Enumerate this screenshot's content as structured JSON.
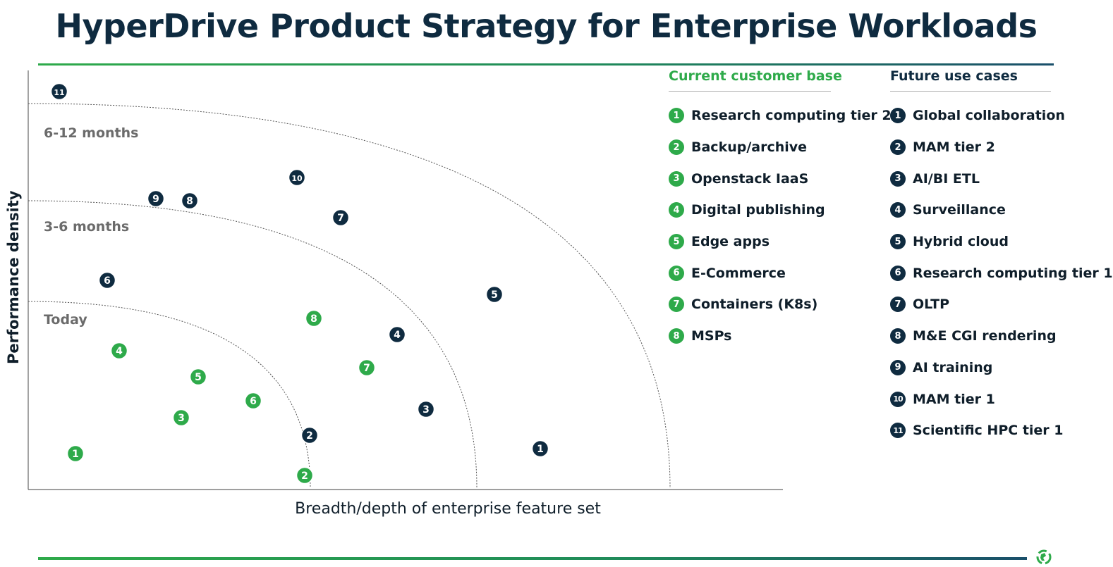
{
  "title": "HyperDrive Product Strategy for Enterprise Workloads",
  "legend": {
    "current_header": "Current customer base",
    "future_header": "Future use cases",
    "current_items": [
      {
        "num": "1",
        "label": "Research computing tier 2"
      },
      {
        "num": "2",
        "label": "Backup/archive"
      },
      {
        "num": "3",
        "label": "Openstack IaaS"
      },
      {
        "num": "4",
        "label": "Digital publishing"
      },
      {
        "num": "5",
        "label": "Edge apps"
      },
      {
        "num": "6",
        "label": "E-Commerce"
      },
      {
        "num": "7",
        "label": "Containers (K8s)"
      },
      {
        "num": "8",
        "label": "MSPs"
      }
    ],
    "future_items": [
      {
        "num": "1",
        "label": "Global collaboration"
      },
      {
        "num": "2",
        "label": "MAM tier 2"
      },
      {
        "num": "3",
        "label": "AI/BI ETL"
      },
      {
        "num": "4",
        "label": "Surveillance"
      },
      {
        "num": "5",
        "label": "Hybrid cloud"
      },
      {
        "num": "6",
        "label": "Research computing tier 1"
      },
      {
        "num": "7",
        "label": "OLTP"
      },
      {
        "num": "8",
        "label": "M&E CGI rendering"
      },
      {
        "num": "9",
        "label": "AI training"
      },
      {
        "num": "10",
        "label": "MAM tier 1"
      },
      {
        "num": "11",
        "label": "Scientific HPC tier 1"
      }
    ]
  },
  "axes": {
    "x_label": "Breadth/depth of enterprise feature set",
    "y_label": "Performance density"
  },
  "zones": [
    "Today",
    "3-6 months",
    "6-12 months"
  ],
  "colors": {
    "current": "#2eaa4a",
    "future": "#0f2b40",
    "title": "#0f2b40",
    "zone_label": "#6b6b6b"
  },
  "icons": {
    "logo": "recycle-globe-icon"
  }
}
